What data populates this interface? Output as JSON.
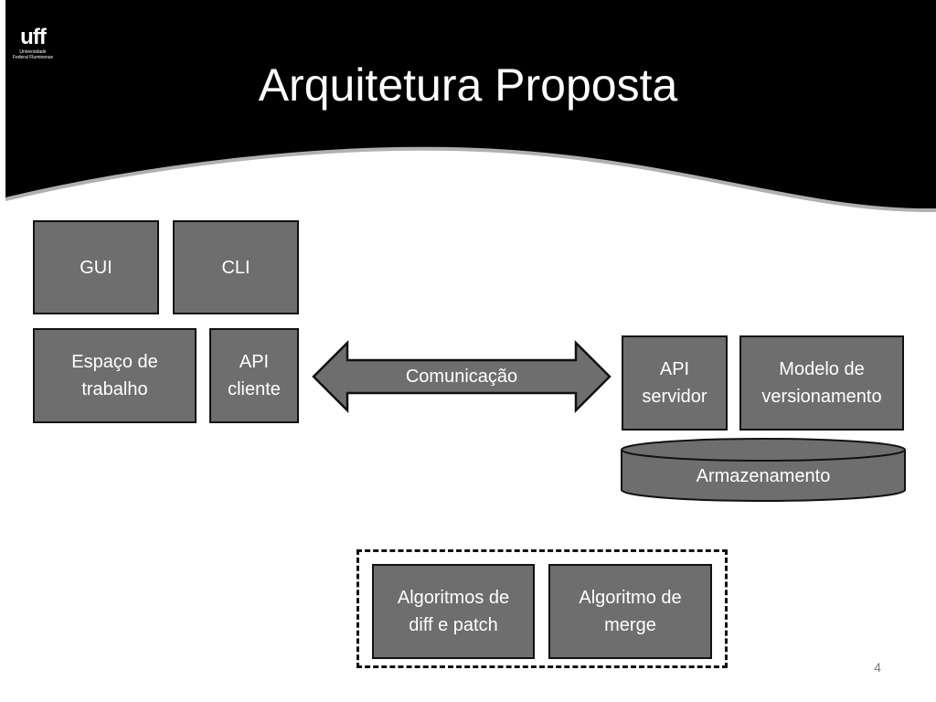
{
  "slide": {
    "title": "Arquitetura Proposta",
    "page_number": "4"
  },
  "logo": {
    "main": "uff",
    "sub_line1": "Universidade",
    "sub_line2": "Federal Fluminense"
  },
  "boxes": {
    "gui": "GUI",
    "cli": "CLI",
    "workspace": "Espaço de\ntrabalho",
    "api_client": "API\ncliente",
    "communication": "Comunicação",
    "api_server": "API\nservidor",
    "versioning_model": "Modelo de\nversionamento",
    "storage": "Armazenamento",
    "diff_patch": "Algoritmos de\ndiff e patch",
    "merge": "Algoritmo de\nmerge"
  }
}
